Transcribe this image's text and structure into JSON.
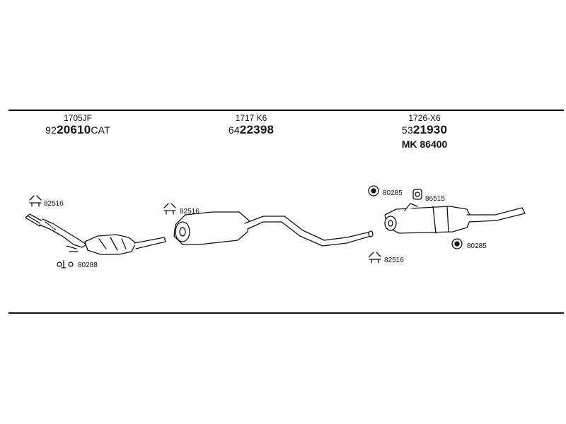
{
  "groups": [
    {
      "ref_code": "1705JF",
      "pn_prefix": "92",
      "pn_main": "20610",
      "pn_suffix": "CAT"
    },
    {
      "ref_code": "1717 K6",
      "pn_prefix": "64",
      "pn_main": "22398",
      "pn_suffix": ""
    },
    {
      "ref_code": "1726-X6",
      "pn_prefix": "53",
      "pn_main": "21930",
      "pn_suffix": "",
      "extra": "MK  86400"
    }
  ],
  "parts": {
    "clamp_a": "82516",
    "bolt_kit": "80288",
    "clamp_b": "82516",
    "clamp_c": "82516",
    "mount_a": "80285",
    "mount_b": "86515",
    "mount_c": "80285"
  }
}
